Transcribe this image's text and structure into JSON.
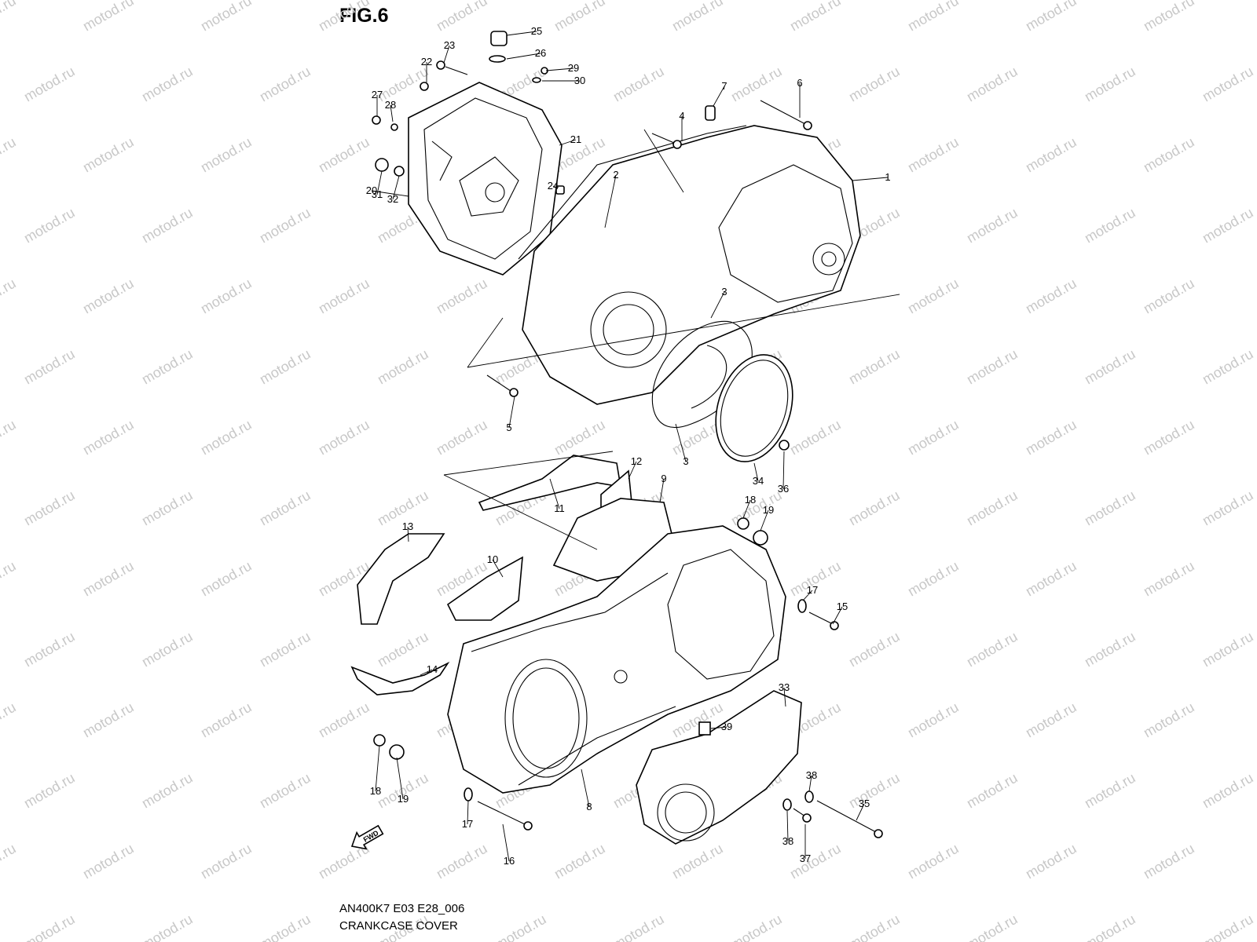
{
  "figure": {
    "title": "FIG.6"
  },
  "footer": {
    "code": "AN400K7 E03 E28_006",
    "name": "CRANKCASE COVER"
  },
  "watermark": "motod.ru",
  "fwd_label": "FWD",
  "callouts": [
    "1",
    "2",
    "3",
    "3",
    "4",
    "5",
    "6",
    "7",
    "8",
    "9",
    "10",
    "11",
    "12",
    "13",
    "14",
    "15",
    "16",
    "17",
    "17",
    "18",
    "18",
    "19",
    "19",
    "20",
    "21",
    "22",
    "23",
    "24",
    "25",
    "26",
    "27",
    "28",
    "29",
    "30",
    "31",
    "32",
    "33",
    "34",
    "35",
    "36",
    "37",
    "38",
    "38",
    "39"
  ]
}
